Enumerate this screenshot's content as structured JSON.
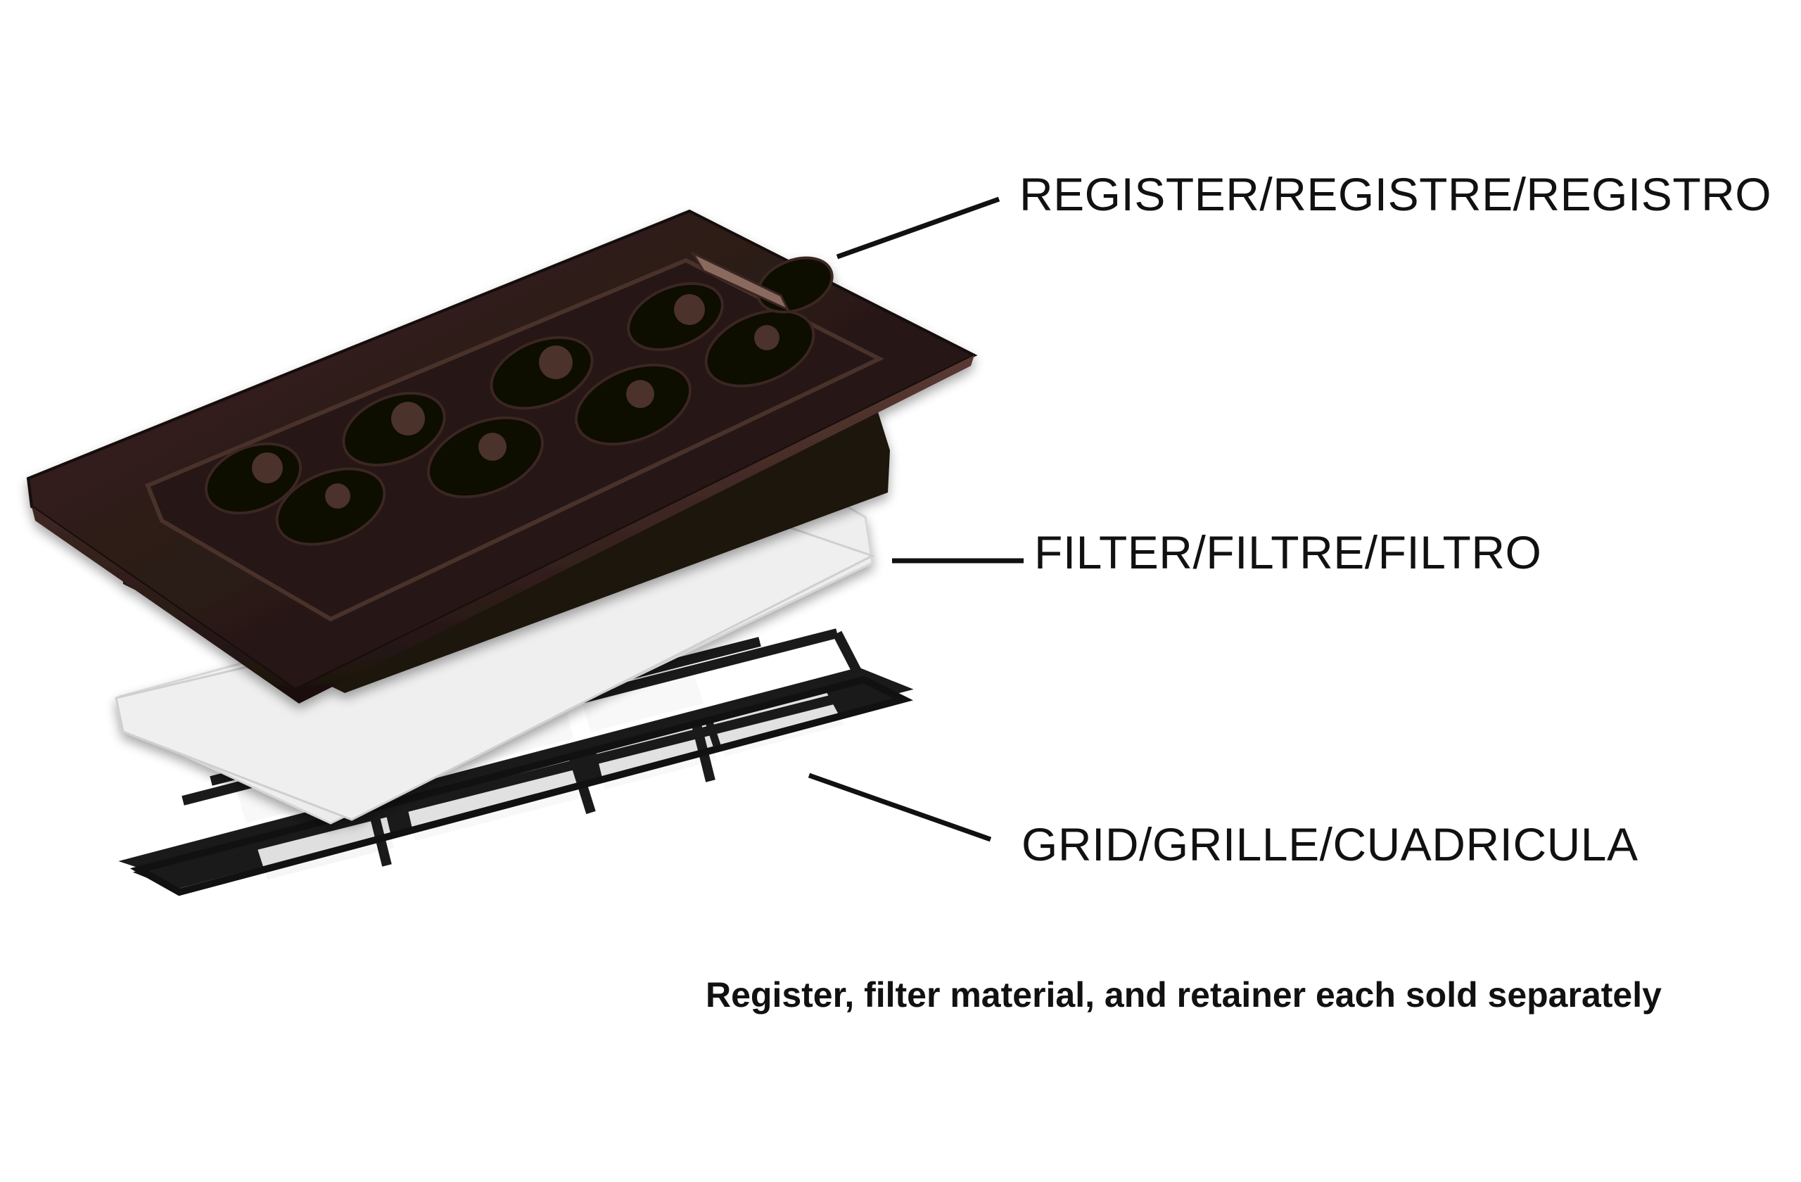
{
  "labels": {
    "register": "REGISTER/REGISTRE/REGISTRO",
    "filter": "FILTER/FILTRE/FILTRO",
    "grid": "GRID/GRILLE/CUADRICULA"
  },
  "note": "Register, filter material, and retainer each sold separately",
  "colors": {
    "register_bronze": "#2a1a17",
    "register_edge": "#4a302a",
    "filter_white": "#f1f1f1",
    "grid_black": "#1a1a1a",
    "leader_line": "#111111"
  }
}
